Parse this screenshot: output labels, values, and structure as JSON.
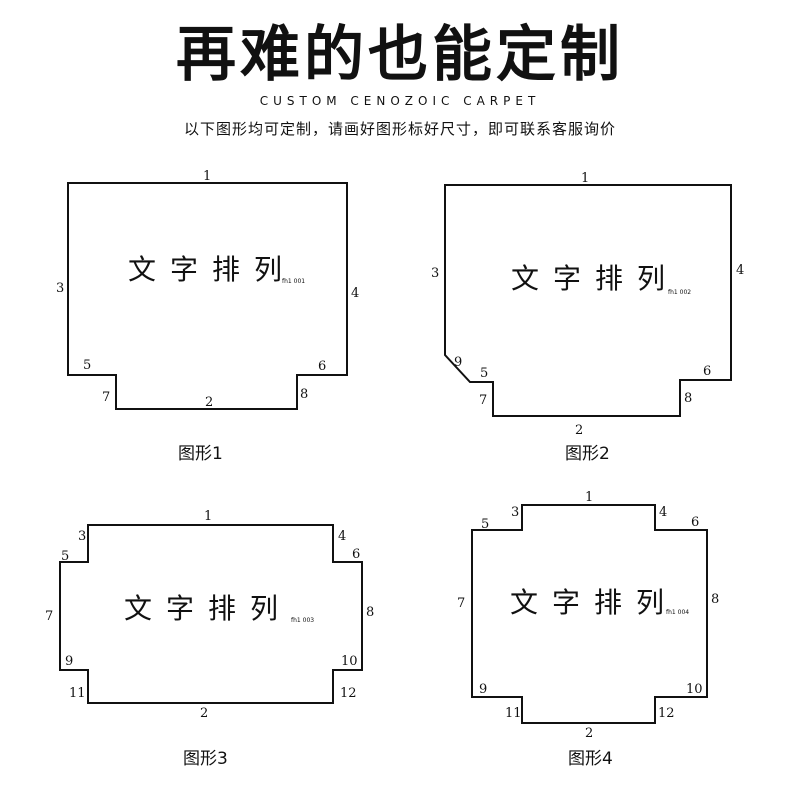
{
  "header": {
    "title": "再难的也能定制",
    "subtitle": "CUSTOM CENOZOIC CARPET",
    "description": "以下图形均可定制，请画好图形标好尺寸，即可联系客服询价"
  },
  "shapes": [
    {
      "label": "图形1",
      "text": "文字排列",
      "code": "fh1 001",
      "edges": [
        "1",
        "2",
        "3",
        "4",
        "5",
        "6",
        "7",
        "8"
      ]
    },
    {
      "label": "图形2",
      "text": "文字排列",
      "code": "fh1 002",
      "edges": [
        "1",
        "2",
        "3",
        "4",
        "5",
        "6",
        "7",
        "8",
        "9"
      ]
    },
    {
      "label": "图形3",
      "text": "文字排列",
      "code": "fh1 003",
      "edges": [
        "1",
        "2",
        "3",
        "4",
        "5",
        "6",
        "7",
        "8",
        "9",
        "10",
        "11",
        "12"
      ]
    },
    {
      "label": "图形4",
      "text": "文字排列",
      "code": "fh1 004",
      "edges": [
        "1",
        "2",
        "3",
        "4",
        "5",
        "6",
        "7",
        "8",
        "9",
        "10",
        "11",
        "12"
      ]
    }
  ]
}
